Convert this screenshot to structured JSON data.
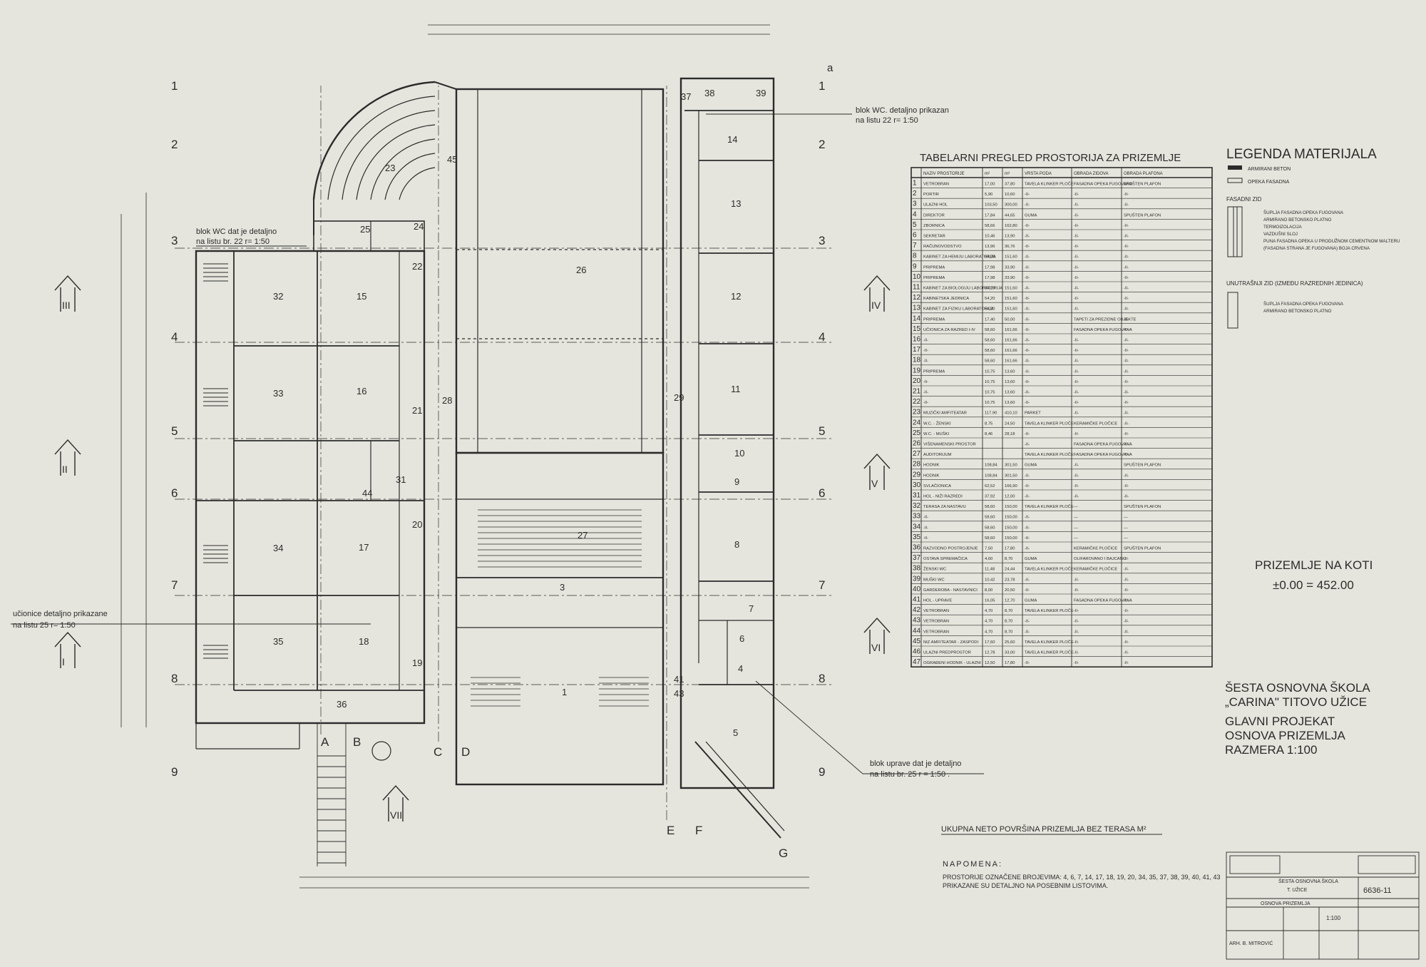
{
  "colors": {
    "paper": "#e6e5dd",
    "ink": "#2b2b2b",
    "faint": "#8a8a84"
  },
  "notes": {
    "wc_top_1": "blok WC. detaljno prikazan",
    "wc_top_2": "na listu 22  r= 1:50",
    "wc_left_1": "blok WC dat je detaljno",
    "wc_left_2": "na listu br. 22  r= 1:50",
    "classroom_1": "učionice detaljno prikazane",
    "classroom_2": "na listu 25    r= 1:50",
    "admin_1": "blok uprave dat je detaljno",
    "admin_2": "na listu br. 25  r = 1:50 ."
  },
  "table": {
    "title": "TABELARNI PREGLED PROSTORIJA ZA PRIZEMLJE",
    "headers": [
      "",
      "NAZIV PROSTORIJE",
      "m²",
      "m³",
      "VRSTA PODA",
      "OBRADA ZIDOVA",
      "OBRADA PLAFONA"
    ],
    "rows": [
      [
        "1",
        "VETROBRAN",
        "17,00",
        "37,80",
        "TAVELA KLINKER PLOČE",
        "FASADNA OPEKA FUGOVANA",
        "SPUŠTEN PLAFON"
      ],
      [
        "2",
        "PORTIR",
        "5,90",
        "10,60",
        "-II-",
        "-II-",
        "-II-"
      ],
      [
        "3",
        "ULAZNI HOL",
        "103,50",
        "300,00",
        "-II-",
        "-II-",
        "-II-"
      ],
      [
        "4",
        "DIREKTOR",
        "17,84",
        "44,65",
        "GUMA",
        "-II-",
        "SPUŠTEN PLAFON"
      ],
      [
        "5",
        "ZBORNICA",
        "58,66",
        "162,80",
        "-II-",
        "-II-",
        "-II-"
      ],
      [
        "6",
        "SEKRETAR",
        "10,46",
        "13,90",
        "-II-",
        "-II-",
        "-II-"
      ],
      [
        "7",
        "RAČUNOVODSTVO",
        "13,96",
        "36,76",
        "-II-",
        "-II-",
        "-II-"
      ],
      [
        "8",
        "KABINET ZA HEMIJU LABORATORIJA",
        "54,20",
        "151,60",
        "-II-",
        "-II-",
        "-II-"
      ],
      [
        "9",
        "PRIPREMA",
        "17,98",
        "33,90",
        "-II-",
        "-II-",
        "-II-"
      ],
      [
        "10",
        "PRIPREMA",
        "17,98",
        "33,90",
        "-II-",
        "-II-",
        "-II-"
      ],
      [
        "11",
        "KABINET ZA BIOLOGIJU LABORATORIJA",
        "54,20",
        "151,60",
        "-II-",
        "-II-",
        "-II-"
      ],
      [
        "12",
        "KABINETSKA JEDINICA",
        "54,20",
        "151,60",
        "-II-",
        "-II-",
        "-II-"
      ],
      [
        "13",
        "KABINET ZA FIZIKU LABORATORIJA",
        "54,20",
        "151,60",
        "-II-",
        "-II-",
        "-II-"
      ],
      [
        "14",
        "PRIPREMA",
        "17,40",
        "50,00",
        "-II-",
        "TAPETI ZA PREZIDNE OBJEKTE",
        "-II-"
      ],
      [
        "15",
        "UČIONICA ZA RAZRED I-IV",
        "58,60",
        "161,66",
        "-II-",
        "FASADNA OPEKA FUGOVANA",
        "-II-"
      ],
      [
        "16",
        "-II-",
        "58,60",
        "161,66",
        "-II-",
        "-II-",
        "-II-"
      ],
      [
        "17",
        "-II-",
        "58,60",
        "161,66",
        "-II-",
        "-II-",
        "-II-"
      ],
      [
        "18",
        "-II-",
        "58,60",
        "161,66",
        "-II-",
        "-II-",
        "-II-"
      ],
      [
        "19",
        "PRIPREMA",
        "10,75",
        "13,60",
        "-II-",
        "-II-",
        "-II-"
      ],
      [
        "20",
        "-II-",
        "10,75",
        "13,60",
        "-II-",
        "-II-",
        "-II-"
      ],
      [
        "21",
        "-II-",
        "10,75",
        "13,60",
        "-II-",
        "-II-",
        "-II-"
      ],
      [
        "22",
        "-II-",
        "10,75",
        "13,60",
        "-II-",
        "-II-",
        "-II-"
      ],
      [
        "23",
        "MUZIČKI AMFITEATAR",
        "117,90",
        "410,10",
        "PARKET",
        "-II-",
        "-II-"
      ],
      [
        "24",
        "W.C. - ŽENSKI",
        "8,75",
        "24,50",
        "TAVELA KLINKER PLOČE",
        "KERAMIČKE PLOČICE",
        "-II-"
      ],
      [
        "25",
        "W.C. - MUŠKI",
        "8,46",
        "28,18",
        "-II-",
        "-II-",
        "-II-"
      ],
      [
        "26",
        "VIŠENAMENSKI PROSTOR",
        "",
        "",
        "-II-",
        "FASADNA OPEKA FUGOVANA",
        "-II-"
      ],
      [
        "27",
        "AUDITORIJUM",
        "",
        "",
        "TAVELA KLINKER PLOČE",
        "FASADNA OPEKA FUGOVANA",
        "-II-"
      ],
      [
        "28",
        "HODNIK",
        "108,84",
        "301,50",
        "GUMA",
        "-II-",
        "SPUŠTEN PLAFON"
      ],
      [
        "29",
        "HODNIK",
        "108,84",
        "301,50",
        "-II-",
        "-II-",
        "-II-"
      ],
      [
        "30",
        "SVLAČIONICA",
        "62,52",
        "166,90",
        "-II-",
        "-II-",
        "-II-"
      ],
      [
        "31",
        "HOL - NIŽI RAZREDI",
        "37,92",
        "12,00",
        "-II-",
        "-II-",
        "-II-"
      ],
      [
        "32",
        "TERASA ZA NASTAVU",
        "58,60",
        "150,00",
        "TAVELA KLINKER PLOČE",
        "—",
        "SPUŠTEN PLAFON"
      ],
      [
        "33",
        "-II-",
        "58,60",
        "150,00",
        "-II-",
        "—",
        "—"
      ],
      [
        "34",
        "-II-",
        "58,60",
        "150,00",
        "-II-",
        "—",
        "—"
      ],
      [
        "35",
        "-II-",
        "58,60",
        "150,00",
        "-II-",
        "—",
        "—"
      ],
      [
        "36",
        "RAZVODNO POSTROJENJE",
        "7,50",
        "17,80",
        "-II-",
        "KERAMIČKE PLOČICE",
        "SPUŠTEN PLAFON"
      ],
      [
        "37",
        "OSTAVA SPREMAČICA",
        "4,60",
        "8,70",
        "GUMA",
        "OLIFAROVANO I BAJCANO",
        "-II-"
      ],
      [
        "38",
        "ŽENSKI WC",
        "11,48",
        "24,44",
        "TAVELA KLINKER PLOČE",
        "KERAMIČKE PLOČICE",
        "-II-"
      ],
      [
        "39",
        "MUŠKI WC",
        "10,42",
        "23,78",
        "-II-",
        "-II-",
        "-II-"
      ],
      [
        "40",
        "GARDEROBA - NASTAVNICI",
        "8,00",
        "20,50",
        "-II-",
        "-II-",
        "-II-"
      ],
      [
        "41",
        "HOL - UPRAVE",
        "16,05",
        "12,70",
        "GUMA",
        "FASADNA OPEKA FUGOVANA",
        "-II-"
      ],
      [
        "42",
        "VETROBRAN",
        "4,70",
        "8,70",
        "TAVELA KLINKER PLOČE",
        "-II-",
        "-II-"
      ],
      [
        "43",
        "VETROBRAN",
        "4,70",
        "8,70",
        "-II-",
        "-II-",
        "-II-"
      ],
      [
        "44",
        "VETROBRAN",
        "4,70",
        "8,70",
        "-II-",
        "-II-",
        "-II-"
      ],
      [
        "45",
        "NIZ AMFITEATAR - ZASPODI",
        "17,60",
        "25,60",
        "TAVELA KLINKER PLOČE",
        "-II-",
        "-II-"
      ],
      [
        "46",
        "ULAZNI PREDPROSTOR",
        "12,78",
        "33,00",
        "TAVELA KLINKER PLOČE",
        "-II-",
        "-II-"
      ],
      [
        "47",
        "OGRAĐENI HODNIK - ULAZNI",
        "12,50",
        "17,80",
        "-II-",
        "-II-",
        "-II-"
      ]
    ]
  },
  "legend": {
    "title": "LEGENDA MATERIJALA",
    "items": [
      "ARMIRANI BETON",
      "OPEKA FASADNA"
    ],
    "wall1_title": "FASADNI ZID",
    "wall1_lines": [
      "ŠUPLJA FASADNA OPEKA FUGOVANA",
      "ARMIRANO BETONSKO PLATNO",
      "TERMOIZOLACIJA",
      "VAZDUŠNI SLOJ",
      "PUNA FASADNA OPEKA U PRODUŽNOM CEMENTNOM MALTERU",
      "(FASADNA STRANA JE FUGOVANA) BOJA CRVENA"
    ],
    "wall2_title": "UNUTRAŠNJI ZID (IZMEĐU RAZREDNIH JEDINICA)",
    "wall2_lines": [
      "ŠUPLJA FASADNA OPEKA FUGOVANA",
      "ARMIRANO BETONSKO PLATNO"
    ]
  },
  "level": {
    "line1": "PRIZEMLJE NA KOTI",
    "line2": "±0.00 = 452.00"
  },
  "project": {
    "line1": "ŠESTA OSNOVNA ŠKOLA",
    "line2": "„CARINA\" TITOVO UŽICE",
    "line3": "GLAVNI PROJEKAT",
    "line4": "OSNOVA PRIZEMLJA",
    "line5": "RAZMERA 1:100"
  },
  "area_note": "UKUPNA NETO POVRŠINA PRIZEMLJA BEZ TERASA  M²",
  "remark": {
    "title": "NAPOMENA:",
    "line1": "PROSTORIJE OZNAČENE BROJEVIMA: 4, 6, 7, 14, 17, 18, 19, 20, 34, 35, 37, 38, 39, 40, 41, 43",
    "line2": "PRIKAZANE SU DETALJNO NA POSEBNIM LISTOVIMA."
  },
  "title_block": {
    "sheet_no": "6636-11",
    "scale": "1:100",
    "author": "ARH. B. MITROVIĆ",
    "school": "ŠESTA OSNOVNA ŠKOLA",
    "city": "T. UŽICE",
    "content": "OSNOVA PRIZEMLJA"
  },
  "axes": {
    "rows": [
      "1",
      "2",
      "3",
      "4",
      "5",
      "6",
      "7",
      "8",
      "9"
    ],
    "cols": [
      "A",
      "B",
      "C",
      "D",
      "E",
      "F",
      "G"
    ],
    "top_letter": "a"
  },
  "sections": [
    "I",
    "II",
    "III",
    "IV",
    "V",
    "VI",
    "VII"
  ],
  "rooms": [
    "1",
    "3",
    "4",
    "5",
    "6",
    "7",
    "8",
    "9",
    "10",
    "11",
    "12",
    "13",
    "14",
    "15",
    "16",
    "17",
    "18",
    "19",
    "20",
    "21",
    "22",
    "23",
    "24",
    "25",
    "26",
    "27",
    "28",
    "29",
    "31",
    "32",
    "33",
    "34",
    "35",
    "36",
    "37",
    "38",
    "39",
    "41",
    "43",
    "44",
    "45"
  ]
}
